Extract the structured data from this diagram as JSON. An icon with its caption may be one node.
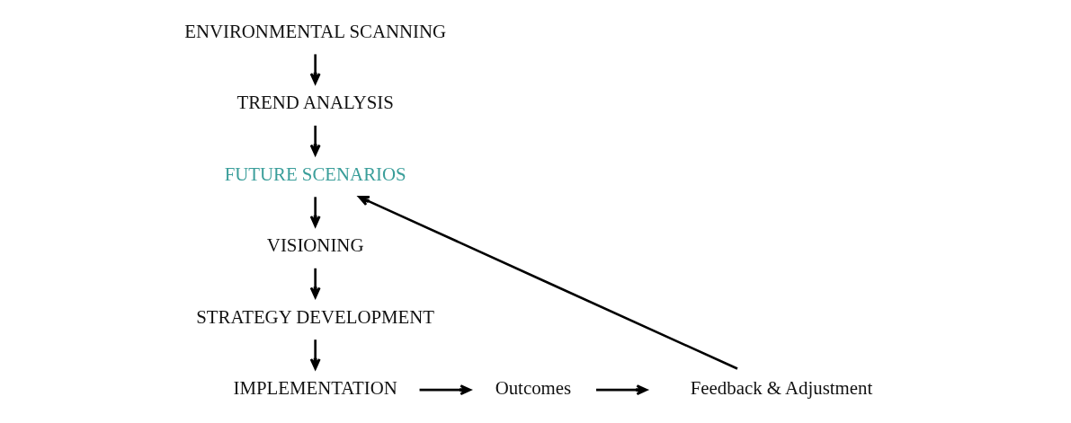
{
  "diagram": {
    "nodes": [
      {
        "text": [
          "ENVIRONMENTAL SCANNING"
        ]
      },
      {
        "text": [
          "TREND ANALYSIS"
        ]
      },
      {
        "text": [
          "FUTURE SCENARIOS"
        ]
      },
      {
        "text": [
          "VISIONING"
        ]
      },
      {
        "text": [
          "STRATEGY DEVELOPMENT"
        ]
      },
      {
        "text": [
          "IMPLEMENTATION"
        ]
      },
      {
        "text": [
          "Outcomes"
        ]
      },
      {
        "text": [
          "Feedback & Adjustment"
        ]
      }
    ],
    "edges": [
      {
        "from": 0,
        "to": 1,
        "arrow": "to"
      },
      {
        "from": 1,
        "to": 2,
        "arrow": "to"
      },
      {
        "from": 2,
        "to": 3,
        "arrow": "to"
      },
      {
        "from": 3,
        "to": 4,
        "arrow": "to"
      },
      {
        "from": 4,
        "to": 5,
        "arrow": "to"
      },
      {
        "from": 5,
        "to": 6,
        "arrow": "to"
      },
      {
        "from": 6,
        "to": 7,
        "arrow": "to"
      },
      {
        "from": 7,
        "to": 2,
        "arrow": "to"
      }
    ]
  }
}
